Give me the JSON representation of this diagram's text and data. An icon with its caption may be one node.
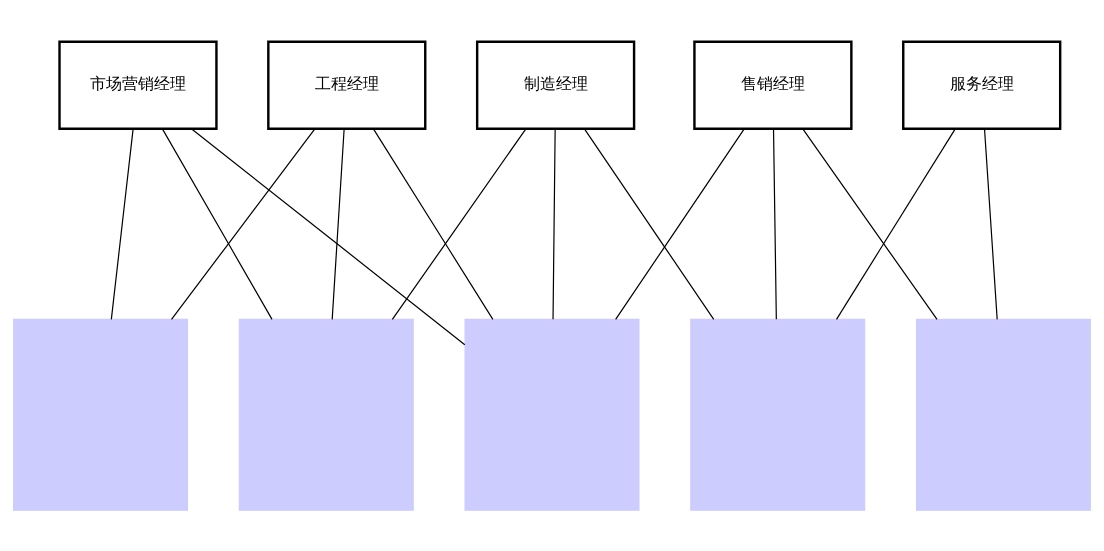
{
  "diagram": {
    "nodes": [
      {
        "text": [
          "市场营销经理"
        ]
      },
      {
        "text": [
          "工程经理"
        ]
      },
      {
        "text": [
          "制造经理"
        ]
      },
      {
        "text": [
          "售销经理"
        ]
      },
      {
        "text": [
          "服务经理"
        ]
      },
      {
        "text": [],
        "shape": "box"
      },
      {
        "text": [],
        "shape": "box"
      },
      {
        "text": [],
        "shape": "box"
      },
      {
        "text": [],
        "shape": "box"
      },
      {
        "text": [],
        "shape": "box"
      }
    ],
    "edges": [
      {
        "from": 0,
        "to": 5,
        "arrow": "none"
      },
      {
        "from": 0,
        "to": 6,
        "arrow": "none"
      },
      {
        "from": 0,
        "to": 7,
        "arrow": "none"
      },
      {
        "from": 1,
        "to": 5,
        "arrow": "none"
      },
      {
        "from": 1,
        "to": 6,
        "arrow": "none"
      },
      {
        "from": 1,
        "to": 7,
        "arrow": "none"
      },
      {
        "from": 2,
        "to": 6,
        "arrow": "none"
      },
      {
        "from": 2,
        "to": 7,
        "arrow": "none"
      },
      {
        "from": 2,
        "to": 8,
        "arrow": "none"
      },
      {
        "from": 3,
        "to": 7,
        "arrow": "none"
      },
      {
        "from": 3,
        "to": 8,
        "arrow": "none"
      },
      {
        "from": 3,
        "to": 9,
        "arrow": "none"
      },
      {
        "from": 4,
        "to": 8,
        "arrow": "none"
      },
      {
        "from": 4,
        "to": 9,
        "arrow": "none"
      }
    ]
  }
}
